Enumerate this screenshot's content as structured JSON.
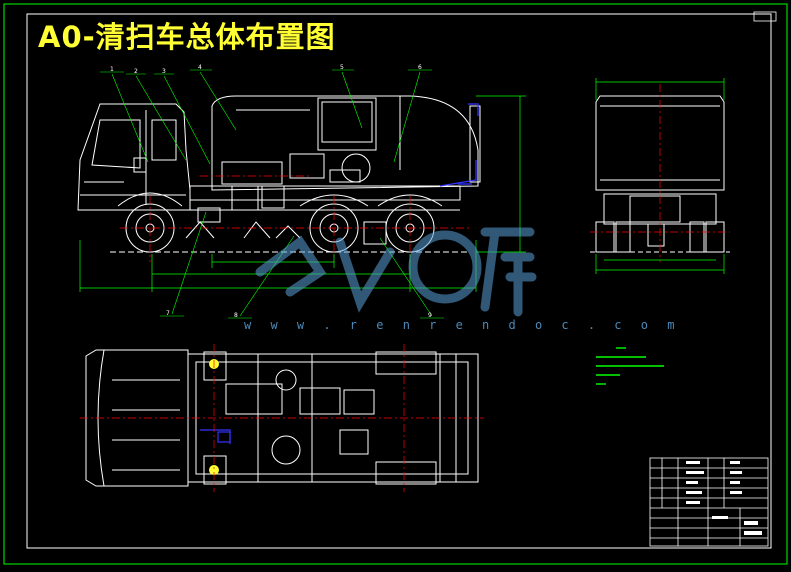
{
  "drawing": {
    "title": "A0-清扫车总体布置图",
    "callouts": [
      "1",
      "2",
      "3",
      "4",
      "5",
      "6",
      "7",
      "8",
      "9"
    ]
  },
  "watermark": {
    "url": "w w w . r e n r e n d o c . c o m"
  },
  "colors": {
    "background": "#000000",
    "frame": "#00ff00",
    "outline": "#ffffff",
    "dimension": "#00ff00",
    "centerline": "#ff0000",
    "hydraulic": "#3333ff",
    "title": "#ffff33",
    "watermark": "#5aa0d8"
  }
}
